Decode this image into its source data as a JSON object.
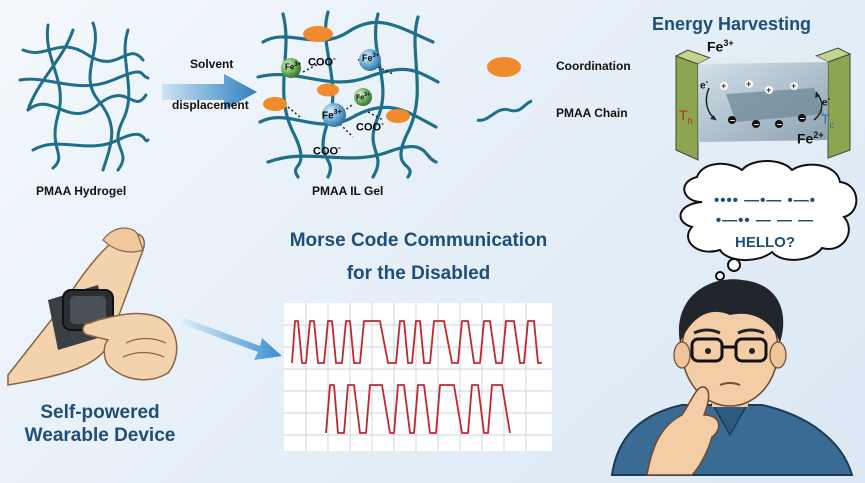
{
  "hydrogel_label": "PMAA Hydrogel",
  "process": {
    "line1": "Solvent",
    "line2": "displacement"
  },
  "il_gel_label": "PMAA IL Gel",
  "network_ions": {
    "fe3": "Fe",
    "fe3_charge": "3+",
    "coo": "COO",
    "coo_charge": "-"
  },
  "legend": {
    "coordination": "Coordination",
    "chain": "PMAA Chain"
  },
  "energy": {
    "title": "Energy Harvesting",
    "fe3": "Fe",
    "fe3_charge": "3+",
    "fe2": "Fe",
    "fe2_charge": "2+",
    "electron": "e",
    "electron_charge": "-",
    "th": "T",
    "th_sub": "h",
    "tc": "T",
    "tc_sub": "c"
  },
  "thought": {
    "morse_line1": "•••• —•— •—•",
    "morse_line2": "•—•• — — —",
    "message": "HELLO?"
  },
  "morse_section": {
    "title_line1": "Morse Code Communication",
    "title_line2": "for the Disabled"
  },
  "device": {
    "line1": "Self-powered",
    "line2": "Wearable Device"
  },
  "colors": {
    "chain": "#1f6f8b",
    "coordination": "#f08a2c",
    "title_blue": "#1f4e79",
    "signal": "#c0282d",
    "arrow": "#3a8fd0"
  }
}
